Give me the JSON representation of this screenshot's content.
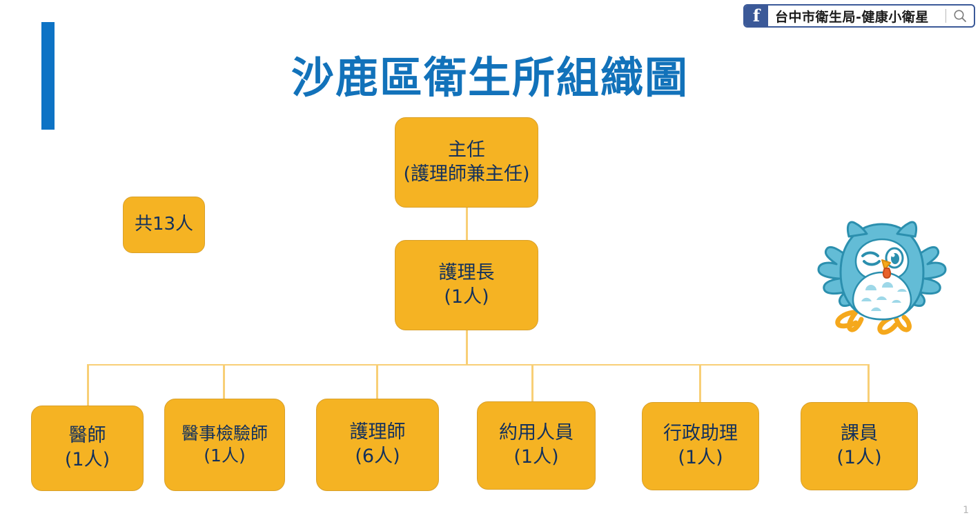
{
  "slide": {
    "title": "沙鹿區衛生所組織圖",
    "page_number": "1",
    "accent_color": "#0d73c5",
    "node_fill_color": "#f5b323",
    "node_text_color": "#12305c",
    "connector_color": "#f8cf76"
  },
  "social_badge": {
    "icon": "facebook-icon",
    "icon_glyph": "f",
    "page_name": "台中市衛生局-健康小衛星",
    "search_icon": "search-icon",
    "brand_color": "#3b5998"
  },
  "mascot": {
    "name": "owl-mascot",
    "description": "藍色貓頭鷹吉祥物比讚",
    "body_color": "#5bb8d4",
    "accent_color": "#f5a81c"
  },
  "chart_data": {
    "type": "diagram",
    "title": "沙鹿區衛生所組織圖",
    "note": {
      "label": "共13人"
    },
    "nodes": [
      {
        "id": "chief",
        "line1": "主任",
        "line2": "(護理師兼主任)",
        "level": 1
      },
      {
        "id": "headnurse",
        "line1": "護理長",
        "line2": "(1人)",
        "level": 2
      },
      {
        "id": "doctor",
        "line1": "醫師",
        "line2": "(1人)",
        "level": 3
      },
      {
        "id": "labtech",
        "line1": "醫事檢驗師",
        "line2": "(1人)",
        "level": 3
      },
      {
        "id": "nurse",
        "line1": "護理師",
        "line2": "(6人)",
        "level": 3
      },
      {
        "id": "contract",
        "line1": "約用人員",
        "line2": "(1人)",
        "level": 3
      },
      {
        "id": "admin",
        "line1": "行政助理",
        "line2": "(1人)",
        "level": 3
      },
      {
        "id": "clerk",
        "line1": "課員",
        "line2": "(1人)",
        "level": 3
      }
    ],
    "edges": [
      {
        "from": "chief",
        "to": "headnurse"
      },
      {
        "from": "headnurse",
        "to": "doctor"
      },
      {
        "from": "headnurse",
        "to": "labtech"
      },
      {
        "from": "headnurse",
        "to": "nurse"
      },
      {
        "from": "headnurse",
        "to": "contract"
      },
      {
        "from": "headnurse",
        "to": "admin"
      },
      {
        "from": "headnurse",
        "to": "clerk"
      }
    ],
    "total_headcount": 13
  }
}
